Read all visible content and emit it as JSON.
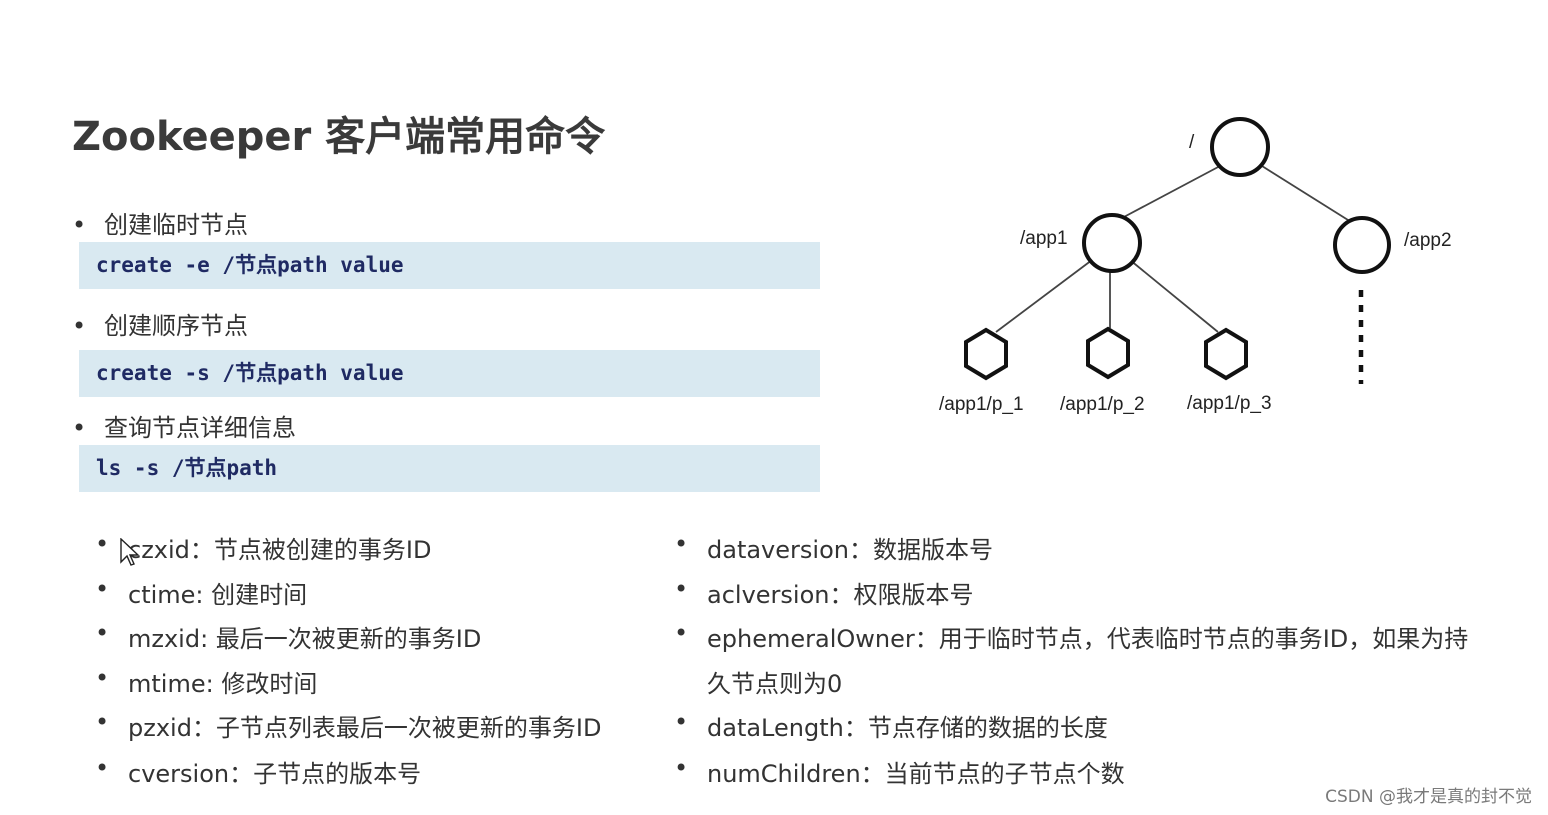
{
  "slide": {
    "title": "Zookeeper 客户端常用命令",
    "commands": [
      {
        "label": "创建临时节点",
        "code": "create -e /节点path value"
      },
      {
        "label": "创建顺序节点",
        "code": "create -s /节点path value"
      },
      {
        "label": "查询节点详细信息",
        "code": "ls -s /节点path"
      }
    ],
    "bullet": "•",
    "fields_left": [
      "czxid：节点被创建的事务ID",
      "ctime: 创建时间",
      "mzxid: 最后一次被更新的事务ID",
      "mtime: 修改时间",
      "pzxid：子节点列表最后一次被更新的事务ID",
      "cversion：子节点的版本号"
    ],
    "fields_right": [
      "dataversion：数据版本号",
      "aclversion：权限版本号",
      "ephemeralOwner：用于临时节点，代表临时节点的事务ID，如果为持",
      "久节点则为0",
      "dataLength：节点存储的数据的长度",
      "numChildren：当前节点的子节点个数"
    ]
  },
  "tree": {
    "root_label": "/",
    "app1_label": "/app1",
    "app2_label": "/app2",
    "children": [
      "/app1/p_1",
      "/app1/p_2",
      "/app1/p_3"
    ]
  },
  "watermark": "CSDN @我才是真的封不觉"
}
